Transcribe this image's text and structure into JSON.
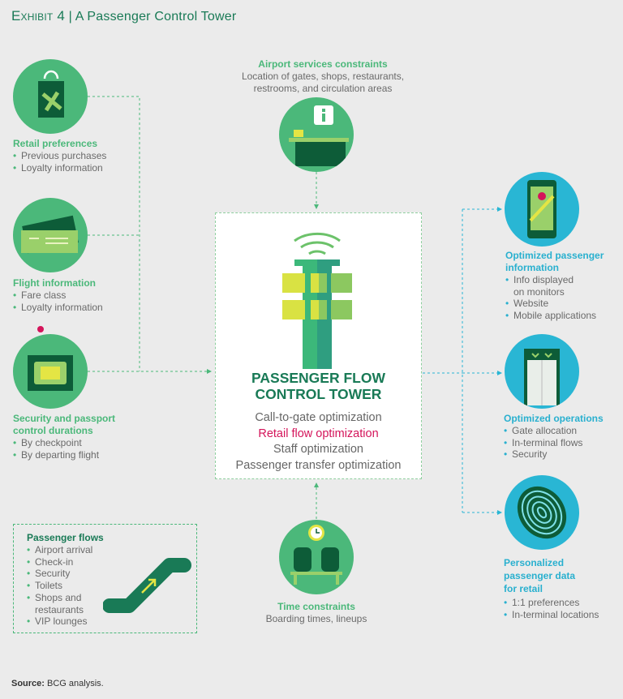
{
  "title": {
    "exhibit": "Exhibit 4",
    "separator": "|",
    "text": "A Passenger Control Tower"
  },
  "inputs": [
    {
      "heading": "Retail preferences",
      "bullets": [
        "Previous purchases",
        "Loyalty information"
      ],
      "icon": "shopping-bag-icon"
    },
    {
      "heading": "Flight information",
      "bullets": [
        "Fare class",
        "Loyalty information"
      ],
      "icon": "boarding-pass-icon"
    },
    {
      "heading": "Security and passport control durations",
      "heading_lines": [
        "Security and passport",
        "control durations"
      ],
      "bullets": [
        "By checkpoint",
        "By departing flight"
      ],
      "icon": "security-scanner-icon"
    }
  ],
  "airport_services": {
    "heading": "Airport services constraints",
    "lines": [
      "Location of gates, shops, restaurants,",
      "restrooms, and circulation areas"
    ],
    "icon": "info-desk-icon"
  },
  "center": {
    "title_lines": [
      "PASSENGER FLOW",
      "CONTROL TOWER"
    ],
    "items": [
      "Call-to-gate optimization",
      "Retail flow optimization",
      "Staff optimization",
      "Passenger transfer optimization"
    ],
    "highlight_color": "#d4145a"
  },
  "time_constraints": {
    "heading": "Time constraints",
    "text": "Boarding times, lineups",
    "icon": "waiting-seats-clock-icon"
  },
  "passenger_flows": {
    "heading": "Passenger flows",
    "bullets": [
      "Airport arrival",
      "Check-in",
      "Security",
      "Toilets",
      "Shops and restaurants",
      "VIP lounges"
    ],
    "icon": "escalator-icon"
  },
  "outputs": [
    {
      "heading_lines": [
        "Optimized passenger",
        "information"
      ],
      "bullets": [
        "Info displayed on monitors",
        "Website",
        "Mobile applications"
      ],
      "icon": "phone-map-icon"
    },
    {
      "heading_lines": [
        "Optimized operations"
      ],
      "bullets": [
        "Gate allocation",
        "In-terminal flows",
        "Security"
      ],
      "icon": "gate-door-icon"
    },
    {
      "heading_lines": [
        "Personalized",
        "passenger data",
        "for retail"
      ],
      "bullets": [
        "1:1 preferences",
        "In-terminal locations"
      ],
      "icon": "fingerprint-icon"
    }
  ],
  "source": {
    "label": "Source:",
    "text": "BCG analysis."
  },
  "colors": {
    "green": "#4bb87a",
    "dark_green": "#197a56",
    "blue": "#29b6d4",
    "background": "#ebebeb"
  }
}
